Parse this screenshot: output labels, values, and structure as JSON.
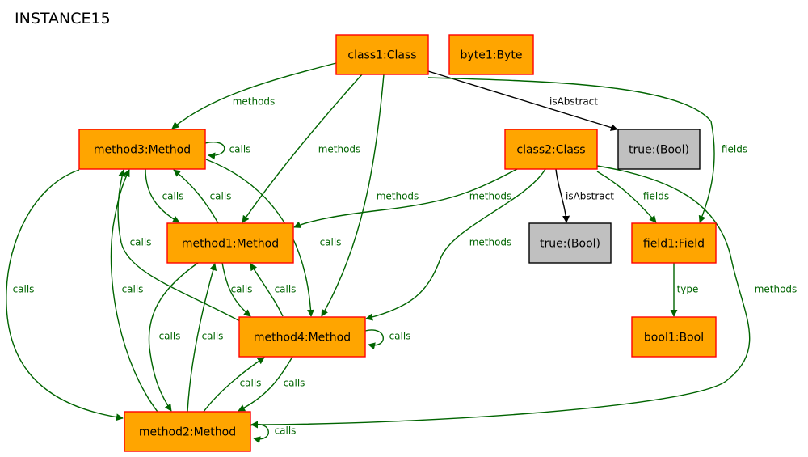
{
  "title": "INSTANCE15",
  "colors": {
    "object_fill": "#FFA500",
    "object_border": "#FF0000",
    "value_fill": "#C0C0C0",
    "value_border": "#000000",
    "edge_green": "#006400",
    "edge_black": "#000000"
  },
  "nodes": [
    {
      "id": "class1",
      "label": "class1:Class",
      "kind": "object"
    },
    {
      "id": "byte1",
      "label": "byte1:Byte",
      "kind": "object"
    },
    {
      "id": "method3",
      "label": "method3:Method",
      "kind": "object"
    },
    {
      "id": "true1",
      "label": "true:(Bool)",
      "kind": "value"
    },
    {
      "id": "class2",
      "label": "class2:Class",
      "kind": "object"
    },
    {
      "id": "method1",
      "label": "method1:Method",
      "kind": "object"
    },
    {
      "id": "true2",
      "label": "true:(Bool)",
      "kind": "value"
    },
    {
      "id": "field1",
      "label": "field1:Field",
      "kind": "object"
    },
    {
      "id": "method4",
      "label": "method4:Method",
      "kind": "object"
    },
    {
      "id": "bool1",
      "label": "bool1:Bool",
      "kind": "object"
    },
    {
      "id": "method2",
      "label": "method2:Method",
      "kind": "object"
    }
  ],
  "edges": [
    {
      "from": "class1",
      "to": "method3",
      "label": "methods"
    },
    {
      "from": "class1",
      "to": "method1",
      "label": "methods"
    },
    {
      "from": "class1",
      "to": "method4",
      "label": "methods"
    },
    {
      "from": "class1",
      "to": "true1",
      "label": "isAbstract"
    },
    {
      "from": "class1",
      "to": "field1",
      "label": "fields"
    },
    {
      "from": "method3",
      "to": "method3",
      "label": "calls"
    },
    {
      "from": "method3",
      "to": "method1",
      "label": "calls"
    },
    {
      "from": "method1",
      "to": "method3",
      "label": "calls"
    },
    {
      "from": "method3",
      "to": "method4",
      "label": "calls"
    },
    {
      "from": "method4",
      "to": "method3",
      "label": "calls"
    },
    {
      "from": "method3",
      "to": "method2",
      "label": "calls"
    },
    {
      "from": "method2",
      "to": "method3",
      "label": "calls"
    },
    {
      "from": "class2",
      "to": "method1",
      "label": "methods"
    },
    {
      "from": "class2",
      "to": "method4",
      "label": "methods"
    },
    {
      "from": "class2",
      "to": "true2",
      "label": "isAbstract"
    },
    {
      "from": "class2",
      "to": "field1",
      "label": "fields"
    },
    {
      "from": "class2",
      "to": "method2",
      "label": "methods"
    },
    {
      "from": "method1",
      "to": "method4",
      "label": "calls"
    },
    {
      "from": "method4",
      "to": "method1",
      "label": "calls"
    },
    {
      "from": "method1",
      "to": "method2",
      "label": "calls"
    },
    {
      "from": "method2",
      "to": "method1",
      "label": "calls"
    },
    {
      "from": "method4",
      "to": "method4",
      "label": "calls"
    },
    {
      "from": "method2",
      "to": "method4",
      "label": "calls"
    },
    {
      "from": "method4",
      "to": "method2",
      "label": "calls"
    },
    {
      "from": "method2",
      "to": "method2",
      "label": "calls"
    },
    {
      "from": "field1",
      "to": "bool1",
      "label": "type"
    }
  ]
}
